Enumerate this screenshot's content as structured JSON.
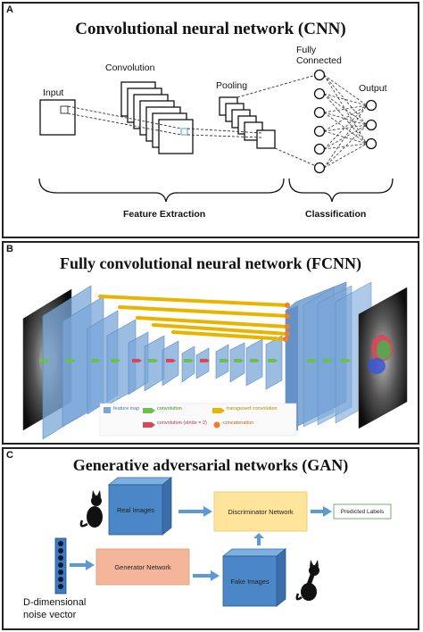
{
  "panel_a": {
    "letter": "A",
    "title": "Convolutional neural network (CNN)",
    "input_label": "Input",
    "convolution_label": "Convolution",
    "pooling_label": "Pooling",
    "fully_connected_label_1": "Fully",
    "fully_connected_label_2": "Connected",
    "output_label": "Output",
    "feature_extraction_label": "Feature Extraction",
    "classification_label": "Classification"
  },
  "panel_b": {
    "letter": "B",
    "title": "Fully convolutional neural network (FCNN)",
    "legend": {
      "feature_map": "feature map",
      "convolution": "convolution",
      "transposed_convolution": "transposed convolution",
      "convolution_stride": "convolution (stride = 2)",
      "concatenation": "concatenation"
    },
    "colors": {
      "feature_map": "#7aa7d8",
      "convolution": "#6cc04a",
      "transposed_convolution": "#e8b400",
      "convolution_stride": "#d9465a",
      "concatenation": "#f07e26"
    }
  },
  "panel_c": {
    "letter": "C",
    "title": "Generative adversarial networks (GAN)",
    "real_images": "Real Images",
    "discriminator_network": "Discriminator Network",
    "predicted_labels": "Predicted Labels",
    "generator_network": "Generator Network",
    "fake_images": "Fake Images",
    "noise_label_1": "D-dimensional",
    "noise_label_2": "noise vector",
    "colors": {
      "cube": "#4a86c8",
      "discriminator": "#ffe49c",
      "generator": "#f4b69a",
      "arrow": "#5b9bd5"
    }
  }
}
